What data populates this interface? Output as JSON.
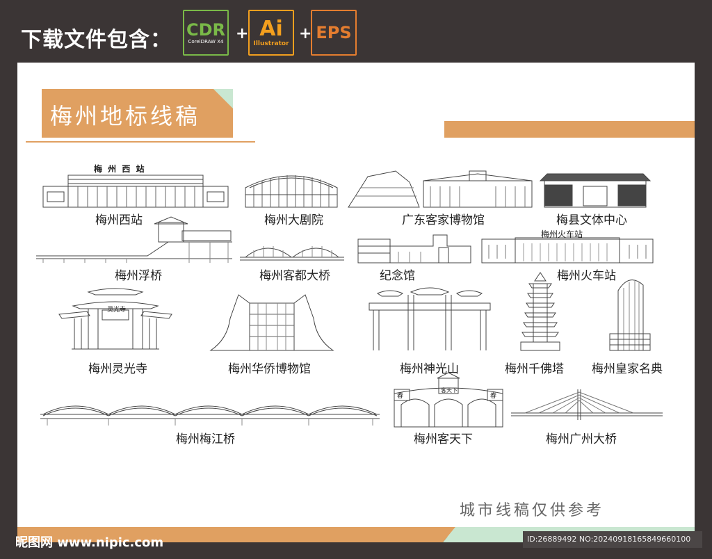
{
  "header": {
    "download_text": "下载文件包含：",
    "formats": [
      {
        "top": "CDR",
        "sub": "CorelDRAW X4",
        "color": "#7ab948"
      },
      {
        "top": "Ai",
        "sub": "Illustrator",
        "color": "#f39f1e"
      },
      {
        "top": "EPS",
        "sub": "",
        "color": "#e57d2f"
      }
    ],
    "plus": "+"
  },
  "panel": {
    "title": "梅州地标线稿",
    "accent_color": "#e0a061",
    "mint_color": "#c9e7d1",
    "note": "城市线稿仅供参考"
  },
  "landmarks": [
    {
      "label": "梅州西站",
      "sign": "梅 州 西 站"
    },
    {
      "label": "梅州大剧院"
    },
    {
      "label": "广东客家博物馆"
    },
    {
      "label": "梅县文体中心"
    },
    {
      "label": "梅州浮桥"
    },
    {
      "label": "梅州客都大桥"
    },
    {
      "label": "纪念馆"
    },
    {
      "label": "梅州火车站",
      "sign": "梅州火车站"
    },
    {
      "label": "梅州灵光寺",
      "sign": "灵光寺"
    },
    {
      "label": "梅州华侨博物馆"
    },
    {
      "label": "梅州神光山"
    },
    {
      "label": "梅州千佛塔"
    },
    {
      "label": "梅州皇家名典"
    },
    {
      "label": "梅州梅江桥"
    },
    {
      "label": "梅州客天下",
      "sign": "客天下",
      "sign2": "春"
    },
    {
      "label": "梅州广州大桥"
    }
  ],
  "footer": {
    "watermark": "昵图网 www.nipic.com",
    "id_text": "ID:26889492 NO:20240918165849660100"
  }
}
